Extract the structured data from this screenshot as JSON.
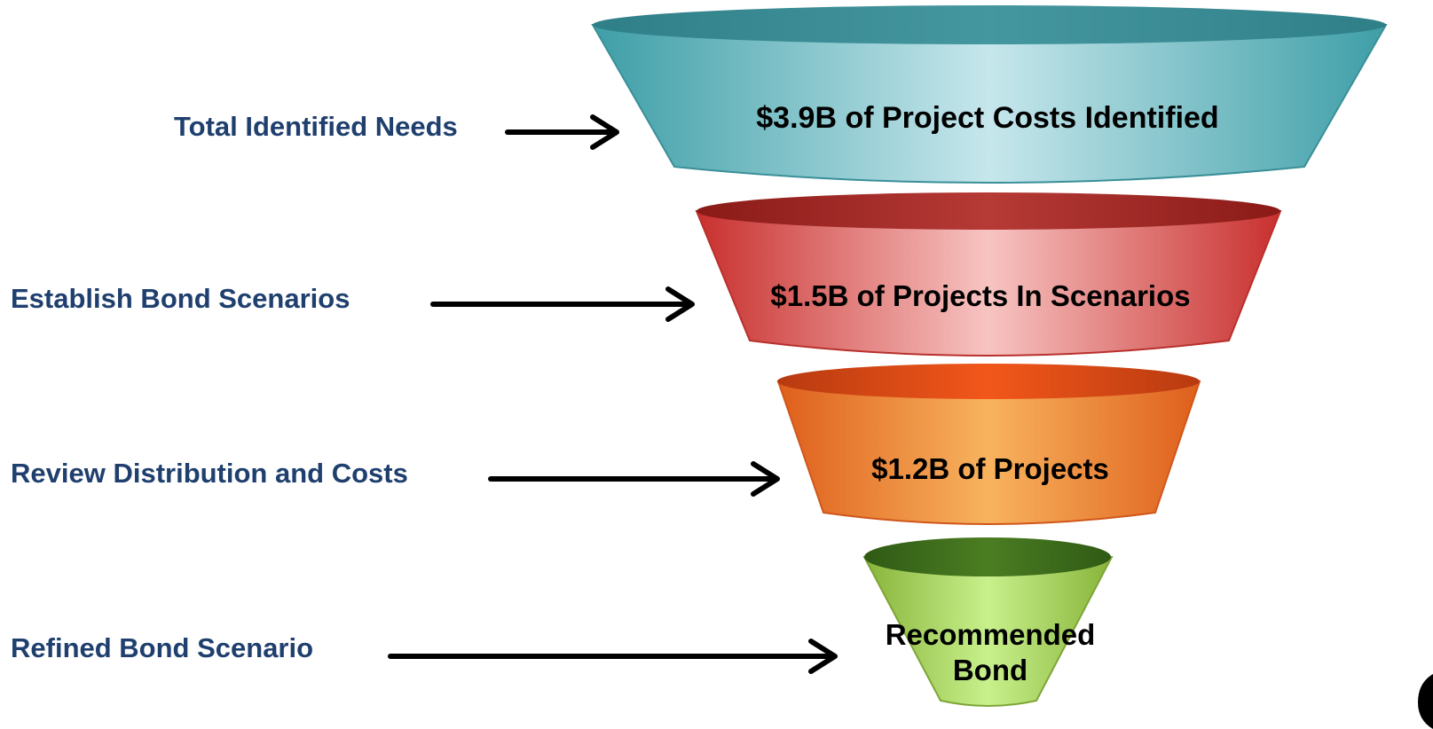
{
  "stages": [
    {
      "label": "Total Identified Needs",
      "funnel_text": "$3.9B of Project Costs Identified",
      "color": "#4aaab4"
    },
    {
      "label": "Establish Bond Scenarios",
      "funnel_text": "$1.5B of Projects In Scenarios",
      "color": "#d8403e"
    },
    {
      "label": "Review Distribution and Costs",
      "funnel_text": "$1.2B of Projects",
      "color": "#ea7a2c"
    },
    {
      "label": "Refined Bond Scenario",
      "funnel_text_line1": "Recommended",
      "funnel_text_line2": "Bond",
      "color": "#9ccb4e"
    }
  ],
  "colors": {
    "label_text": "#1f3f6e",
    "arrow": "#000000"
  }
}
